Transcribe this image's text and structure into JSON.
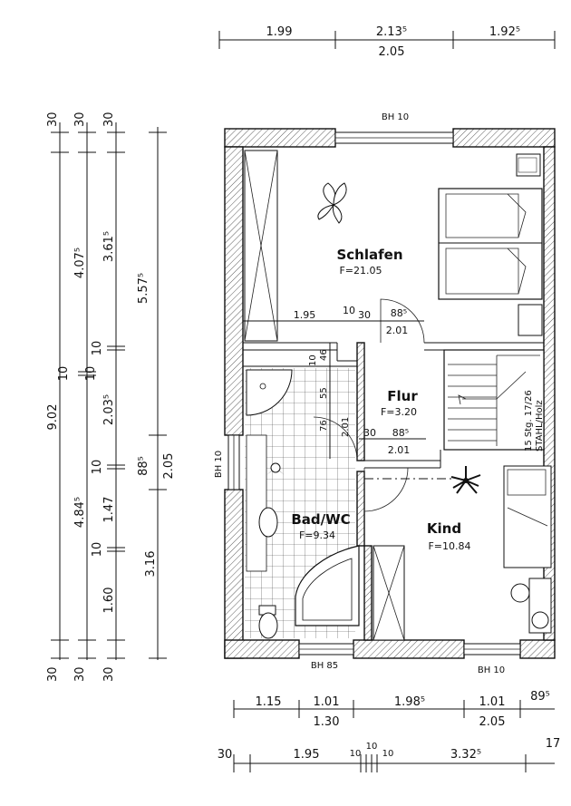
{
  "top_dims": {
    "row1": [
      "1.99",
      "2.13⁵",
      "1.92⁵"
    ],
    "row2": "2.05"
  },
  "left_dims": {
    "top_marks": [
      "30",
      "30",
      "30"
    ],
    "bottom_marks": [
      "30",
      "30",
      "30"
    ],
    "col1": [
      "9.02",
      "10"
    ],
    "col2": [
      "4.07⁵",
      "10",
      "4.84⁵"
    ],
    "col3": [
      "3.61⁵",
      "10",
      "2.03⁵",
      "10",
      "1.47",
      "10",
      "1.60"
    ],
    "col4": [
      "5.57⁵",
      "88⁵",
      "2.05",
      "3.16"
    ]
  },
  "openings": {
    "bh_top": "BH 10",
    "bh_left": "BH 10",
    "bh_bottom_left": "BH 85",
    "bh_bottom_right": "BH 10"
  },
  "rooms": {
    "schlafen": {
      "name": "Schlafen",
      "area": "F=21.05"
    },
    "flur": {
      "name": "Flur",
      "area": "F=3.20"
    },
    "bad": {
      "name": "Bad/WC",
      "area": "F=9.34"
    },
    "kind": {
      "name": "Kind",
      "area": "F=10.84"
    }
  },
  "inner_dims": {
    "d195": "1.95",
    "d10a": "10",
    "d30a": "30",
    "d885a": "88⁵",
    "d201a": "2.01",
    "d10b": "10",
    "d46": "46",
    "d55": "55",
    "d76": "76",
    "d201v": "2.01",
    "d30b": "30",
    "d885b": "88⁵",
    "d201b": "2.01"
  },
  "stair": {
    "label1": "15 Stg. 17/26",
    "label2": "STAHL/Holz"
  },
  "bottom_dims": {
    "row1": [
      "1.15",
      "1.01",
      "1.98⁵",
      "1.01",
      "89⁵"
    ],
    "row2": [
      "1.30",
      "2.05"
    ],
    "row3": [
      "30",
      "1.95",
      "10",
      "10",
      "10",
      "3.32⁵",
      "17"
    ]
  }
}
